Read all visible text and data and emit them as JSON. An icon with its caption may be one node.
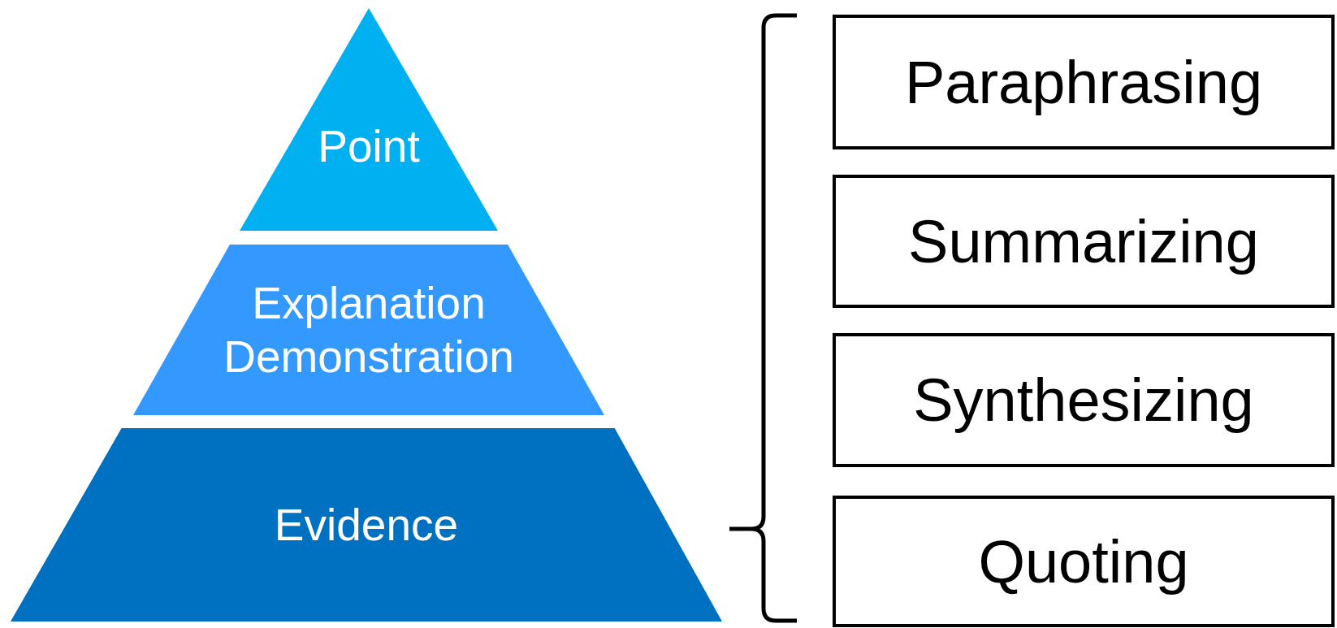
{
  "diagram": {
    "nodes": [
      {
        "text": [
          "Point"
        ]
      },
      {
        "text": [
          "Explanation Demonstration"
        ]
      },
      {
        "text": [
          "Evidence"
        ]
      },
      {
        "text": [
          "Paraphrasing"
        ]
      },
      {
        "text": [
          "Summarizing"
        ]
      },
      {
        "text": [
          "Synthesizing"
        ]
      },
      {
        "text": [
          "Quoting"
        ]
      }
    ]
  }
}
